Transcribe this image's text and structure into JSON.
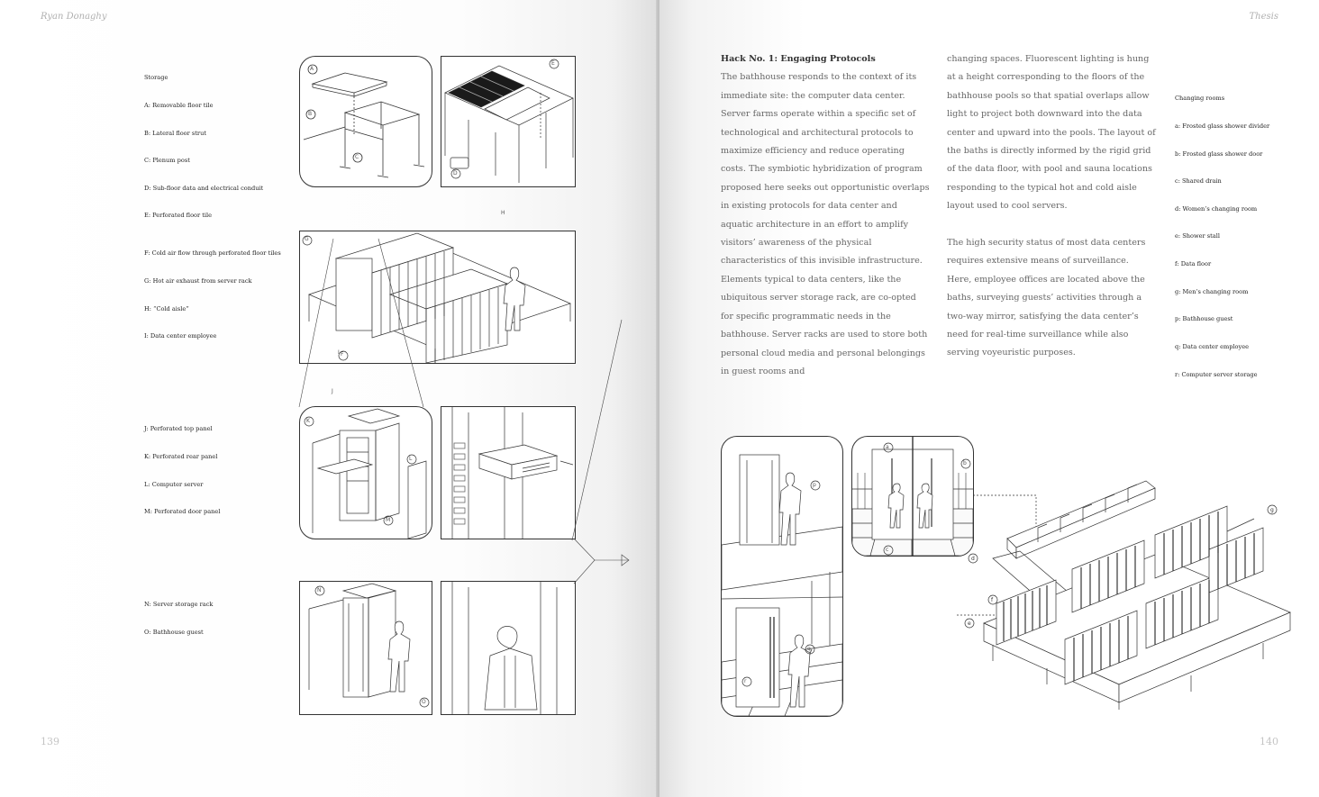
{
  "left_page": {
    "running_head": "Ryan Donaghy",
    "page_number": "139",
    "legends": [
      {
        "lines": [
          "Storage",
          "A: Removable floor tile",
          "B: Lateral floor strut",
          "C: Plenum post",
          "D: Sub-floor data and electrical conduit",
          "E: Perforated floor tile"
        ]
      },
      {
        "lines": [
          "F: Cold air flow through perforated floor tiles",
          "G: Hot air exhaust from server rack",
          "H: “Cold aisle”",
          "I: Data center employee"
        ]
      },
      {
        "lines": [
          "J: Perforated top panel",
          "K: Perforated rear panel",
          "L: Computer server",
          "M: Perforated door panel"
        ]
      },
      {
        "lines": [
          "N: Server storage rack",
          "O: Bathhouse guest"
        ]
      }
    ],
    "callouts": [
      "A",
      "B",
      "C",
      "D",
      "E",
      "F",
      "G",
      "H",
      "I",
      "J",
      "K",
      "L",
      "M",
      "N",
      "O"
    ]
  },
  "right_page": {
    "running_head": "Thesis",
    "page_number": "140",
    "hack_title": "Hack No. 1: Engaging Protocols",
    "column1": [
      "The bathhouse responds to the context of its immediate site: the computer data center. Server farms operate within a specific set of technological and architectural protocols to maximize efficiency and reduce operating costs. The symbiotic hybridization of program proposed here seeks out opportunistic overlaps in existing protocols for data center and aquatic architecture in an effort to amplify visitors’ awareness of the physical characteristics of this invisible infrastructure. Elements typical to data centers, like the ubiquitous server storage rack, are co-opted for specific programmatic needs in the bathhouse. Server racks are used to store both personal cloud media and personal belongings in guest rooms and"
    ],
    "column2": [
      "changing spaces. Fluorescent lighting is hung at a height corresponding to the floors of the bathhouse pools so that spatial overlaps allow light to project both downward into the data center and upward into the pools. The layout of the baths is directly informed by the rigid grid of the data floor, with pool and sauna locations responding to the typical hot and cold aisle layout used to cool servers.",
      "The high security status of most data centers requires extensive means of surveillance. Here, employee offices are located above the baths, surveying guests’ activities through a two-way mirror, satisfying the data center’s need for real-time surveillance while also serving voyeuristic purposes."
    ],
    "legend": {
      "lines": [
        "Changing rooms",
        "a: Frosted glass shower divider",
        "b: Frosted glass shower door",
        "c: Shared drain",
        "d: Women’s changing room",
        "e: Shower stall",
        "f: Data floor",
        "g: Men’s changing room",
        "p: Bathhouse guest",
        "q: Data center employee",
        "r: Computer server storage"
      ]
    },
    "callouts": [
      "a",
      "b",
      "c",
      "d",
      "e",
      "f",
      "g",
      "p",
      "q",
      "r"
    ]
  }
}
